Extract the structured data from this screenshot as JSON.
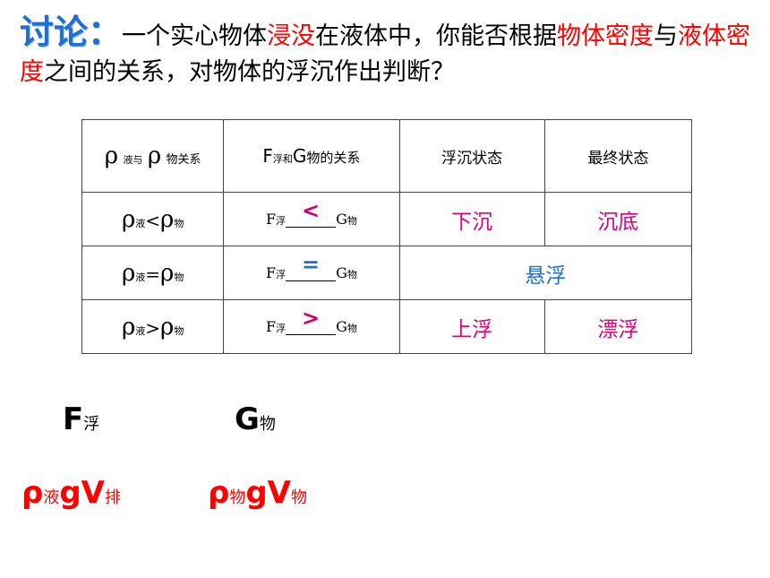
{
  "title": {
    "label": "讨论：",
    "p1": "一个实心物体",
    "p2": "浸没",
    "p3": "在液体中，你能否根据",
    "p4": "物体密度",
    "p5": "与",
    "p6": "液体密度",
    "p7": "之间的关系，对物体的浮沉作出判断？"
  },
  "table": {
    "header": {
      "col1_rho": "ρ",
      "col1_liq": "液与",
      "col1_rho2": "ρ",
      "col1_obj": "物关系",
      "col2_F": "F",
      "col2_fu": "浮和",
      "col2_G": "G",
      "col2_wu": "物的关系",
      "col3": "浮沉状态",
      "col4": "最终状态"
    },
    "rows": [
      {
        "rho": "ρ",
        "liq": "液",
        "op": "<",
        "rho2": "ρ",
        "obj": "物",
        "F": "F",
        "fu": "浮",
        "G": "G",
        "wu": "物",
        "sym": "<",
        "state": "下沉",
        "final": "沉底"
      },
      {
        "rho": "ρ",
        "liq": "液",
        "op": "=",
        "rho2": "ρ",
        "obj": "物",
        "F": "F",
        "fu": "浮",
        "G": "G",
        "wu": "物",
        "sym": "=",
        "merged": "悬浮"
      },
      {
        "rho": "ρ",
        "liq": "液",
        "op": ">",
        "rho2": "ρ",
        "obj": "物",
        "F": "F",
        "fu": "浮",
        "G": "G",
        "wu": "物",
        "sym": ">",
        "state": "上浮",
        "final": "漂浮"
      }
    ]
  },
  "formulas": {
    "F": "F",
    "F_sub": "浮",
    "G": "G",
    "G_sub": "物",
    "rhoL": "ρ",
    "rhoL_sub": "液",
    "gV1": "gV",
    "gV1_sub": "排",
    "rhoW": "ρ",
    "rhoW_sub": "物",
    "gV2": "gV",
    "gV2_sub": "物"
  },
  "colors": {
    "accent_blue": "#1f6fd1",
    "red": "#ff0000",
    "pink": "#e0007a"
  }
}
